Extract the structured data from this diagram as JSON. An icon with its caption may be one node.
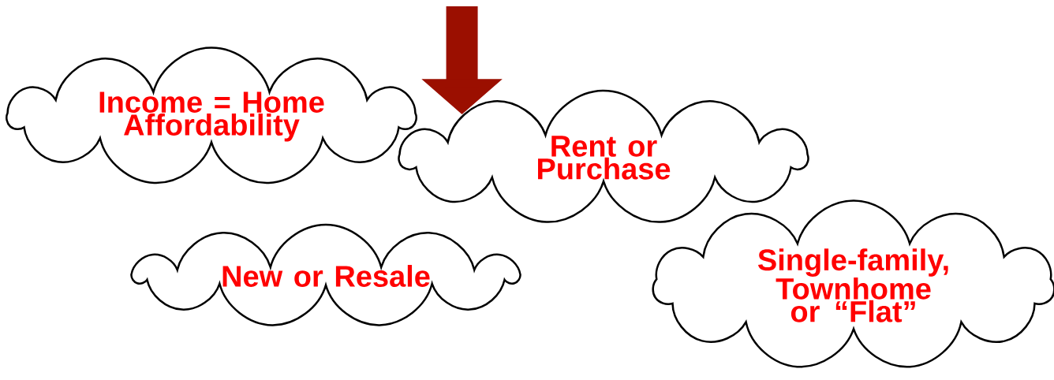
{
  "diagram": {
    "nodes": [
      {
        "text": [
          "Income = Home Affordability"
        ]
      },
      {
        "text": [
          "Rent or Purchase"
        ]
      },
      {
        "text": [
          "New or Resale"
        ]
      },
      {
        "text": [
          "Single-family, Townhome or “Flat”"
        ]
      }
    ],
    "edges": [
      {
        "from": null,
        "to": 1,
        "arrow": "to",
        "color": "#9b0f00"
      }
    ]
  }
}
